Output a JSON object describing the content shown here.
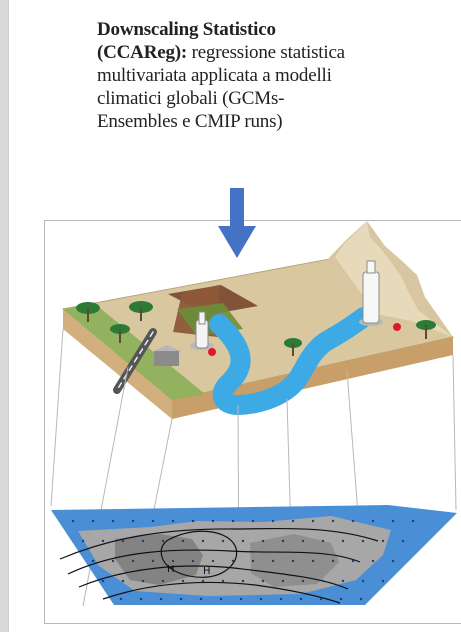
{
  "slide": {
    "title_bold": "Downscaling Statistico",
    "title_bold_paren": "(CCAReg):",
    "title_line1_rest": "regressione statistica",
    "title_line2": "multivariata applicata a modelli",
    "title_line3": "climatici globali (GCMs-",
    "title_line4": "Ensembles e CMIP runs)"
  },
  "colors": {
    "arrow": "#4472c4",
    "terrain_top": "#c9b98f",
    "river": "#3fa8e0",
    "grid_plane": "#4d8fd6",
    "landmass": "#9b9b9b",
    "red_marker": "#e0192a"
  },
  "icons": [
    "down-arrow-icon",
    "weather-station-icon",
    "tree-icon",
    "house-icon"
  ]
}
